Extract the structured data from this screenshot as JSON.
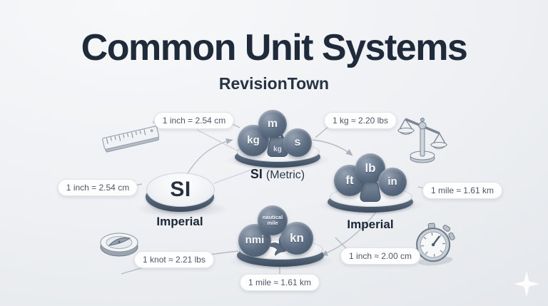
{
  "header": {
    "title": "Common Unit Systems",
    "subtitle": "RevisionTown"
  },
  "si_group": {
    "label_primary": "SI",
    "label_secondary": "(Metric)",
    "units": {
      "u1": "kg",
      "u2": "m",
      "u3": "s"
    },
    "weight_text": "kg"
  },
  "disc_group": {
    "disc_text": "SI",
    "label": "Imperial"
  },
  "imperial_group": {
    "label": "Imperial",
    "units": {
      "u1": "ft",
      "u2": "lb",
      "u3": "in"
    }
  },
  "nautical_group": {
    "units": {
      "u1": "nmi",
      "u2": "kn",
      "u3": "nautical mile"
    }
  },
  "callouts": {
    "top_left": "1 inch = 2.54 cm",
    "top_right": "1 kg ≈ 2.20 lbs",
    "left": "1 inch = 2.54 cm",
    "right": "1 mile ≈ 1.61 km",
    "bottom_left": "1 knot ≈ 2.21 lbs",
    "bottom_center": "1 mile ≈ 1.61 km",
    "bottom_right": "1 inch ≈ 2.00 cm"
  },
  "colors": {
    "title": "#1f2a3a",
    "sphere": "#5b6b80",
    "platform_rim": "#44536a",
    "line": "#b6bcc6"
  }
}
